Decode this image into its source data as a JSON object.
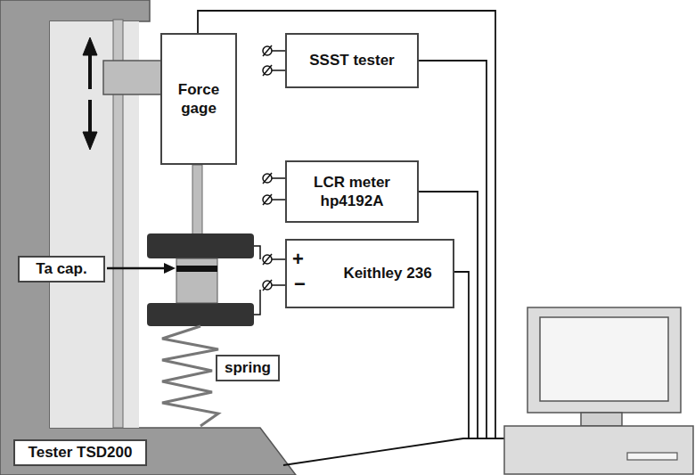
{
  "diagram": {
    "nodes": [
      {
        "text": [
          "Force gage"
        ]
      },
      {
        "text": [
          "SSST tester"
        ]
      },
      {
        "text": [
          "LCR meter hp4192A"
        ]
      },
      {
        "text": [
          "Keithley 236"
        ]
      },
      {
        "text": [
          "Ta cap."
        ]
      },
      {
        "text": [
          "spring"
        ]
      },
      {
        "text": [
          "Tester TSD200"
        ]
      }
    ],
    "labels": [
      "+",
      "−"
    ]
  }
}
